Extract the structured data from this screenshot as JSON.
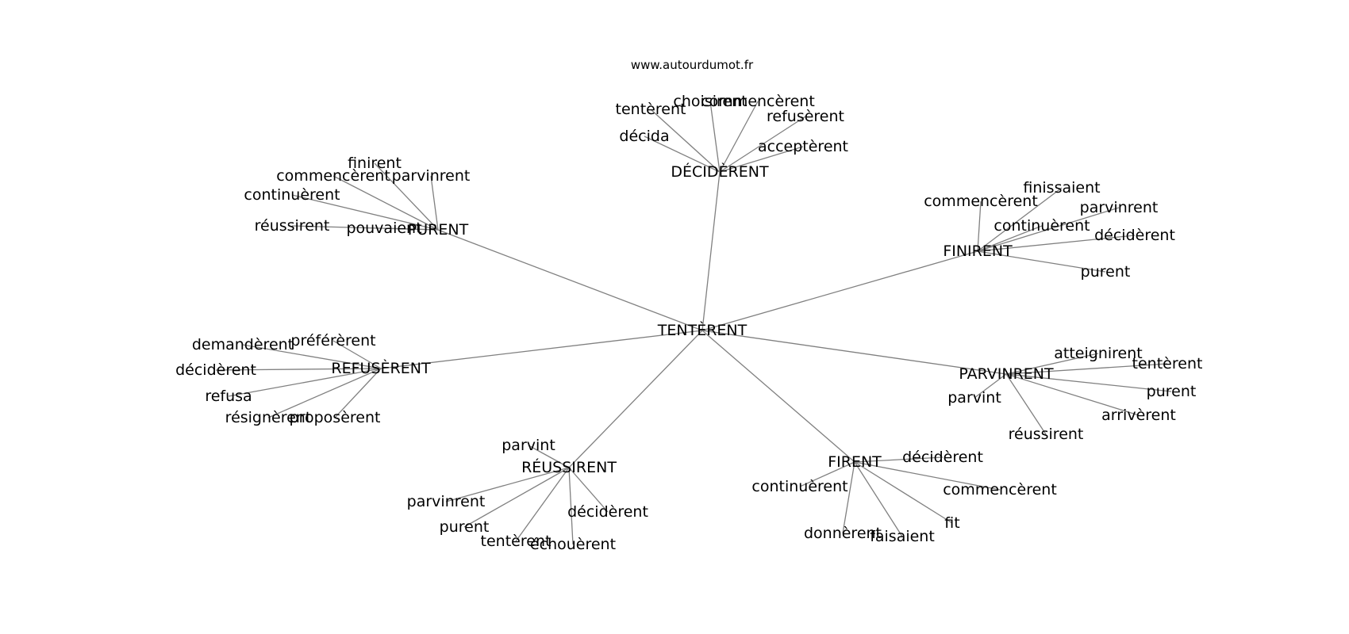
{
  "source": "www.autourdumot.fr",
  "colors": {
    "edge": "#808080",
    "text": "#000000",
    "background": "#ffffff"
  },
  "graph": {
    "center": "TENTÈRENT",
    "branches": [
      {
        "hub": "DÉCIDÈRENT",
        "leaves": [
          "tentèrent",
          "choisirent",
          "commencèrent",
          "refusèrent",
          "décida",
          "acceptèrent"
        ]
      },
      {
        "hub": "PURENT",
        "leaves": [
          "finirent",
          "commencèrent",
          "parvinrent",
          "continuèrent",
          "réussirent",
          "pouvaient"
        ]
      },
      {
        "hub": "FINIRENT",
        "leaves": [
          "finissaient",
          "commencèrent",
          "parvinrent",
          "continuèrent",
          "décidèrent",
          "purent"
        ]
      },
      {
        "hub": "REFUSÈRENT",
        "leaves": [
          "demandèrent",
          "préférèrent",
          "décidèrent",
          "refusa",
          "résignèrent",
          "proposèrent"
        ]
      },
      {
        "hub": "PARVINRENT",
        "leaves": [
          "atteignirent",
          "tentèrent",
          "parvint",
          "purent",
          "arrivèrent",
          "réussirent"
        ]
      },
      {
        "hub": "RÉUSSIRENT",
        "leaves": [
          "parvint",
          "parvinrent",
          "purent",
          "tentèrent",
          "échouèrent",
          "décidèrent"
        ]
      },
      {
        "hub": "FIRENT",
        "leaves": [
          "décidèrent",
          "continuèrent",
          "commencèrent",
          "fit",
          "donnèrent",
          "faisaient"
        ]
      }
    ]
  }
}
